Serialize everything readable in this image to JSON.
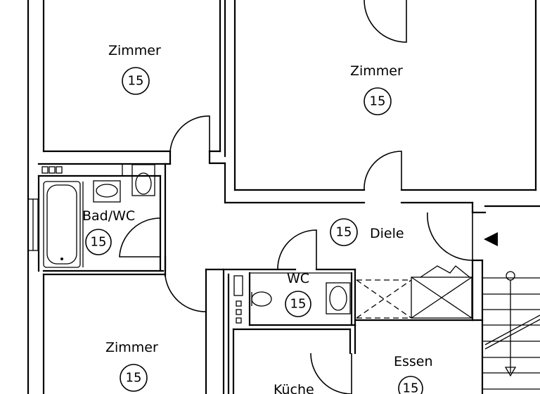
{
  "rooms": [
    {
      "id": "zimmer-top-left",
      "name": "Zimmer",
      "number": "15"
    },
    {
      "id": "zimmer-top-right",
      "name": "Zimmer",
      "number": "15"
    },
    {
      "id": "bad-wc",
      "name": "Bad/WC",
      "number": "15"
    },
    {
      "id": "diele",
      "name": "Diele",
      "number": "15"
    },
    {
      "id": "wc",
      "name": "WC",
      "number": "15"
    },
    {
      "id": "zimmer-bottom-left",
      "name": "Zimmer",
      "number": "15"
    },
    {
      "id": "essen",
      "name": "Essen",
      "number": "15"
    },
    {
      "id": "kueche",
      "name": "Küche",
      "number": ""
    }
  ]
}
